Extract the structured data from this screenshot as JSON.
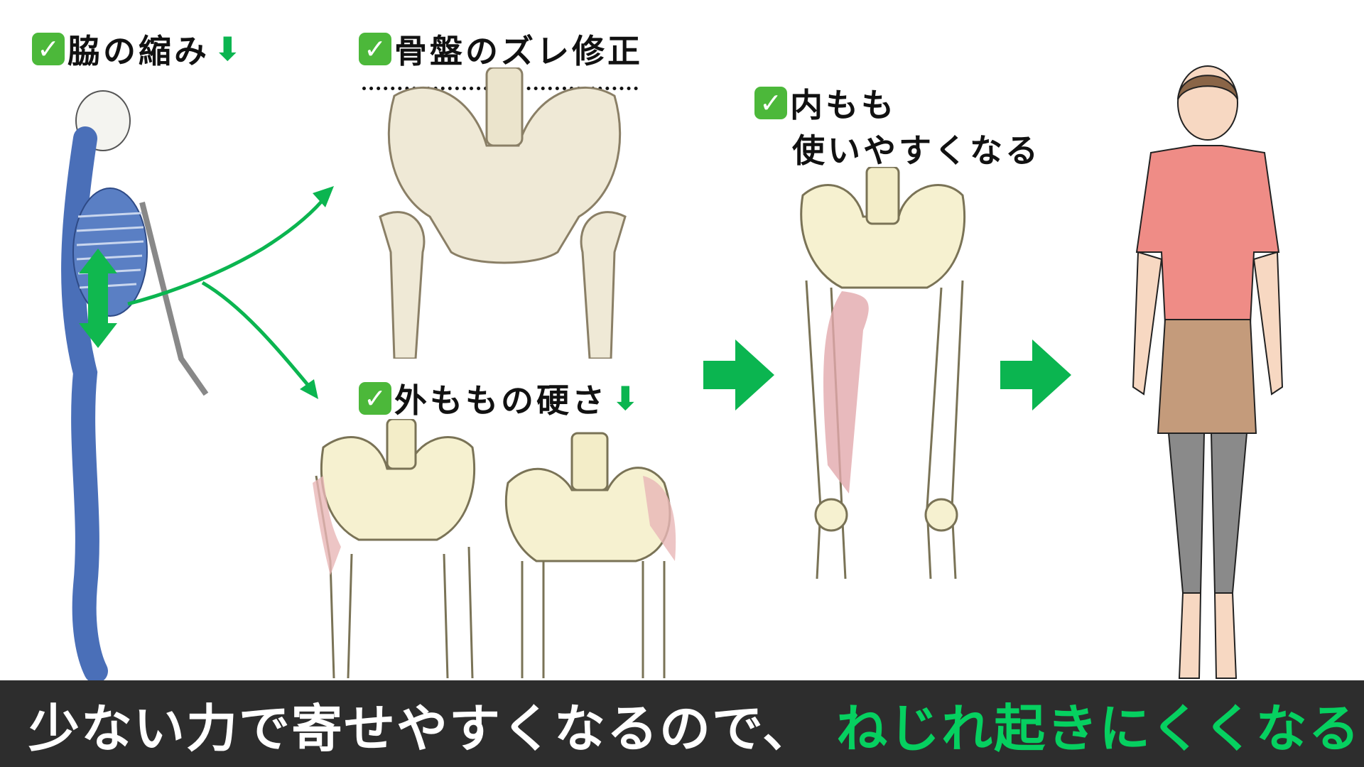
{
  "labels": {
    "side_shrink": "脇の縮み",
    "pelvis_fix": "骨盤のズレ修正",
    "outer_thigh": "外ももの硬さ",
    "inner_thigh_1": "内もも",
    "inner_thigh_2": "使いやすくなる"
  },
  "icons": {
    "check": "✓",
    "down": "⬇"
  },
  "footer": {
    "main": "少ない力で寄せやすくなるので、",
    "highlight": "ねじれ起きにくくなる"
  },
  "colors": {
    "accent_green": "#06d060",
    "check_green": "#4cb83a",
    "footer_bg": "#2d2d2d"
  }
}
